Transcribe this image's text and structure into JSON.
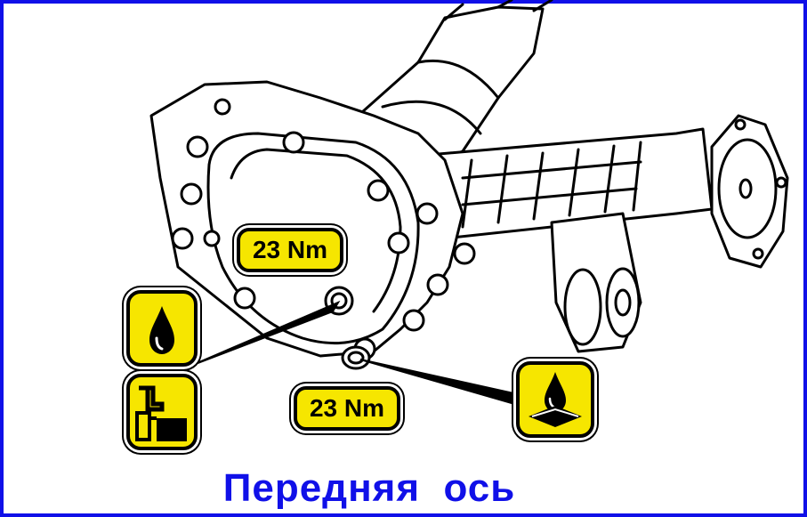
{
  "caption": "Передняя  ось",
  "callouts": {
    "fill_plug_torque": "23 Nm",
    "drain_plug_torque": "23 Nm"
  },
  "symbols": {
    "fill_icon": "oil-drop-icon",
    "level_icon": "fill-level-icon",
    "drain_icon": "oil-drain-icon"
  },
  "colors": {
    "frame": "#1010e8",
    "caption": "#1010e8",
    "callout_fill": "#f6e600",
    "line": "#000000"
  }
}
